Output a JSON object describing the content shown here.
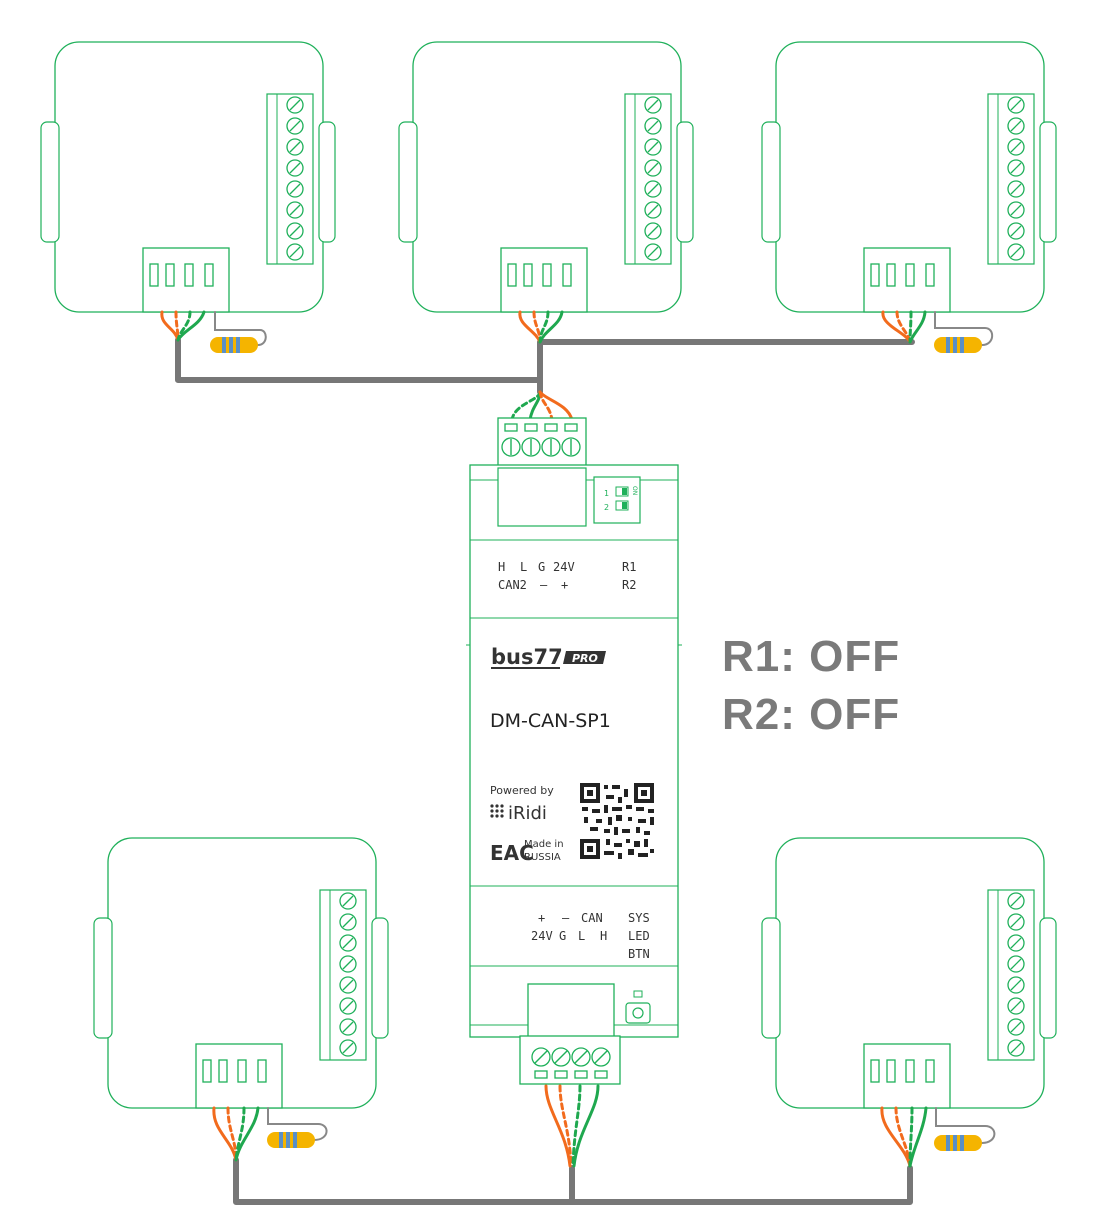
{
  "device": {
    "brand": "bus77",
    "brand_badge": "PRO",
    "model": "DM-CAN-SP1",
    "powered_by": "Powered by",
    "iridi": "iRidi",
    "eac_mark": "EAC",
    "made_in_1": "Made in",
    "made_in_2": "RUSSIA",
    "top_labels": {
      "h": "H",
      "l": "L",
      "g": "G",
      "v24": "24V",
      "can2": "CAN2",
      "minus": "–",
      "plus": "+",
      "r1": "R1",
      "r2": "R2"
    },
    "bottom_labels": {
      "plus": "+",
      "minus": "–",
      "can": "CAN",
      "sys": "SYS",
      "v24": "24V",
      "g": "G",
      "l": "L",
      "h": "H",
      "led": "LED",
      "btn": "BTN"
    },
    "dip": {
      "on": "ON",
      "sw1": "1",
      "sw2": "2"
    }
  },
  "status": {
    "r1": "R1: OFF",
    "r2": "R2: OFF"
  },
  "colors": {
    "outline_green": "#1fb05a",
    "wire_orange": "#f26b1d",
    "wire_green": "#1fa84f",
    "cable_gray": "#777777",
    "resistor_body": "#f5b400",
    "resistor_band": "#5a8fc7",
    "status_text": "#7a7a7a"
  }
}
